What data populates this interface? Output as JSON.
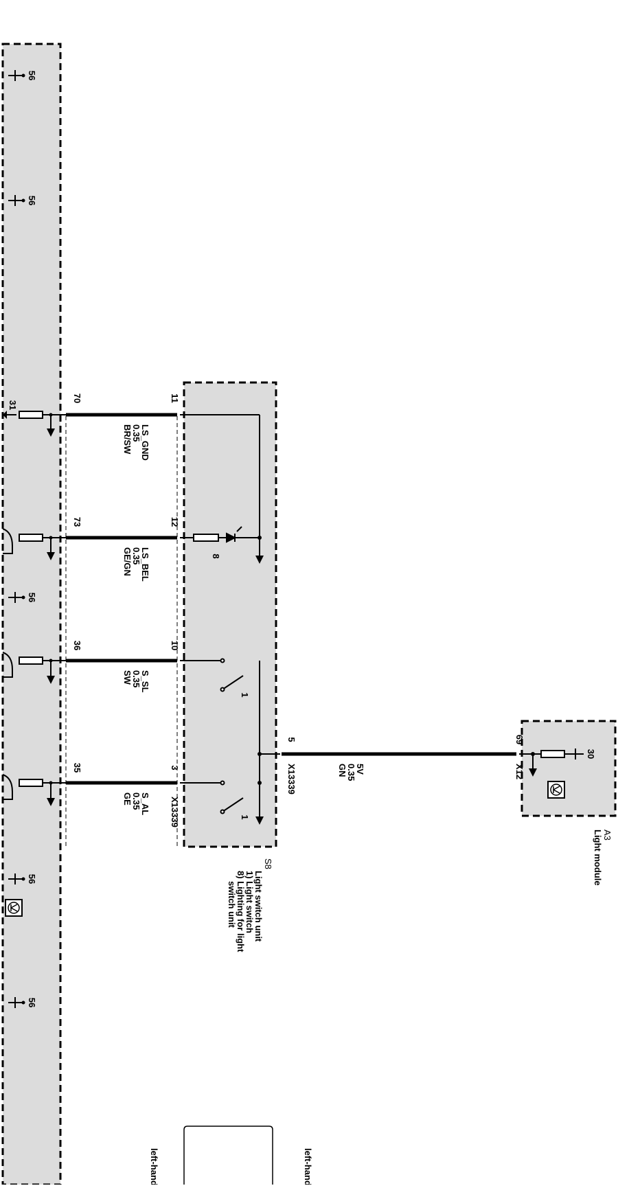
{
  "colors": {
    "shade": "#dcdcdc",
    "ink": "#000000",
    "background": "#ffffff"
  },
  "left_block": {
    "terminal_label": "56",
    "ground_label": "31"
  },
  "wires": [
    {
      "name": "LS_GND",
      "size": "0.35",
      "color": "BR/SW",
      "pin_left": "70",
      "pin_switch": "11"
    },
    {
      "name": "LS_BEL",
      "size": "0.35",
      "color": "GE/GN",
      "pin_left": "73",
      "pin_switch": "12"
    },
    {
      "name": "S_SL",
      "size": "0.35",
      "color": "SW",
      "pin_left": "36",
      "pin_switch": "10"
    },
    {
      "name": "S_AL",
      "size": "0.35",
      "color": "GE",
      "pin_left": "35",
      "pin_switch": "3"
    }
  ],
  "switch_unit": {
    "id": "S8",
    "title": "Light switch unit",
    "item1": "1) Light switch",
    "item8a": "8) Lighting for light",
    "item8b": "switch unit",
    "connector_left": "X13339",
    "connector_right": "X13339",
    "lamp_number": "8",
    "switch_number": "1",
    "output_pin": "5"
  },
  "signal_wire": {
    "name": "5V",
    "size": "0.35",
    "color": "GN"
  },
  "light_module": {
    "id": "A3",
    "title": "Light module",
    "pin": "69",
    "connector": "X12",
    "terminal": "30"
  },
  "footer": {
    "left": "left-hand",
    "right": "left-hand"
  }
}
